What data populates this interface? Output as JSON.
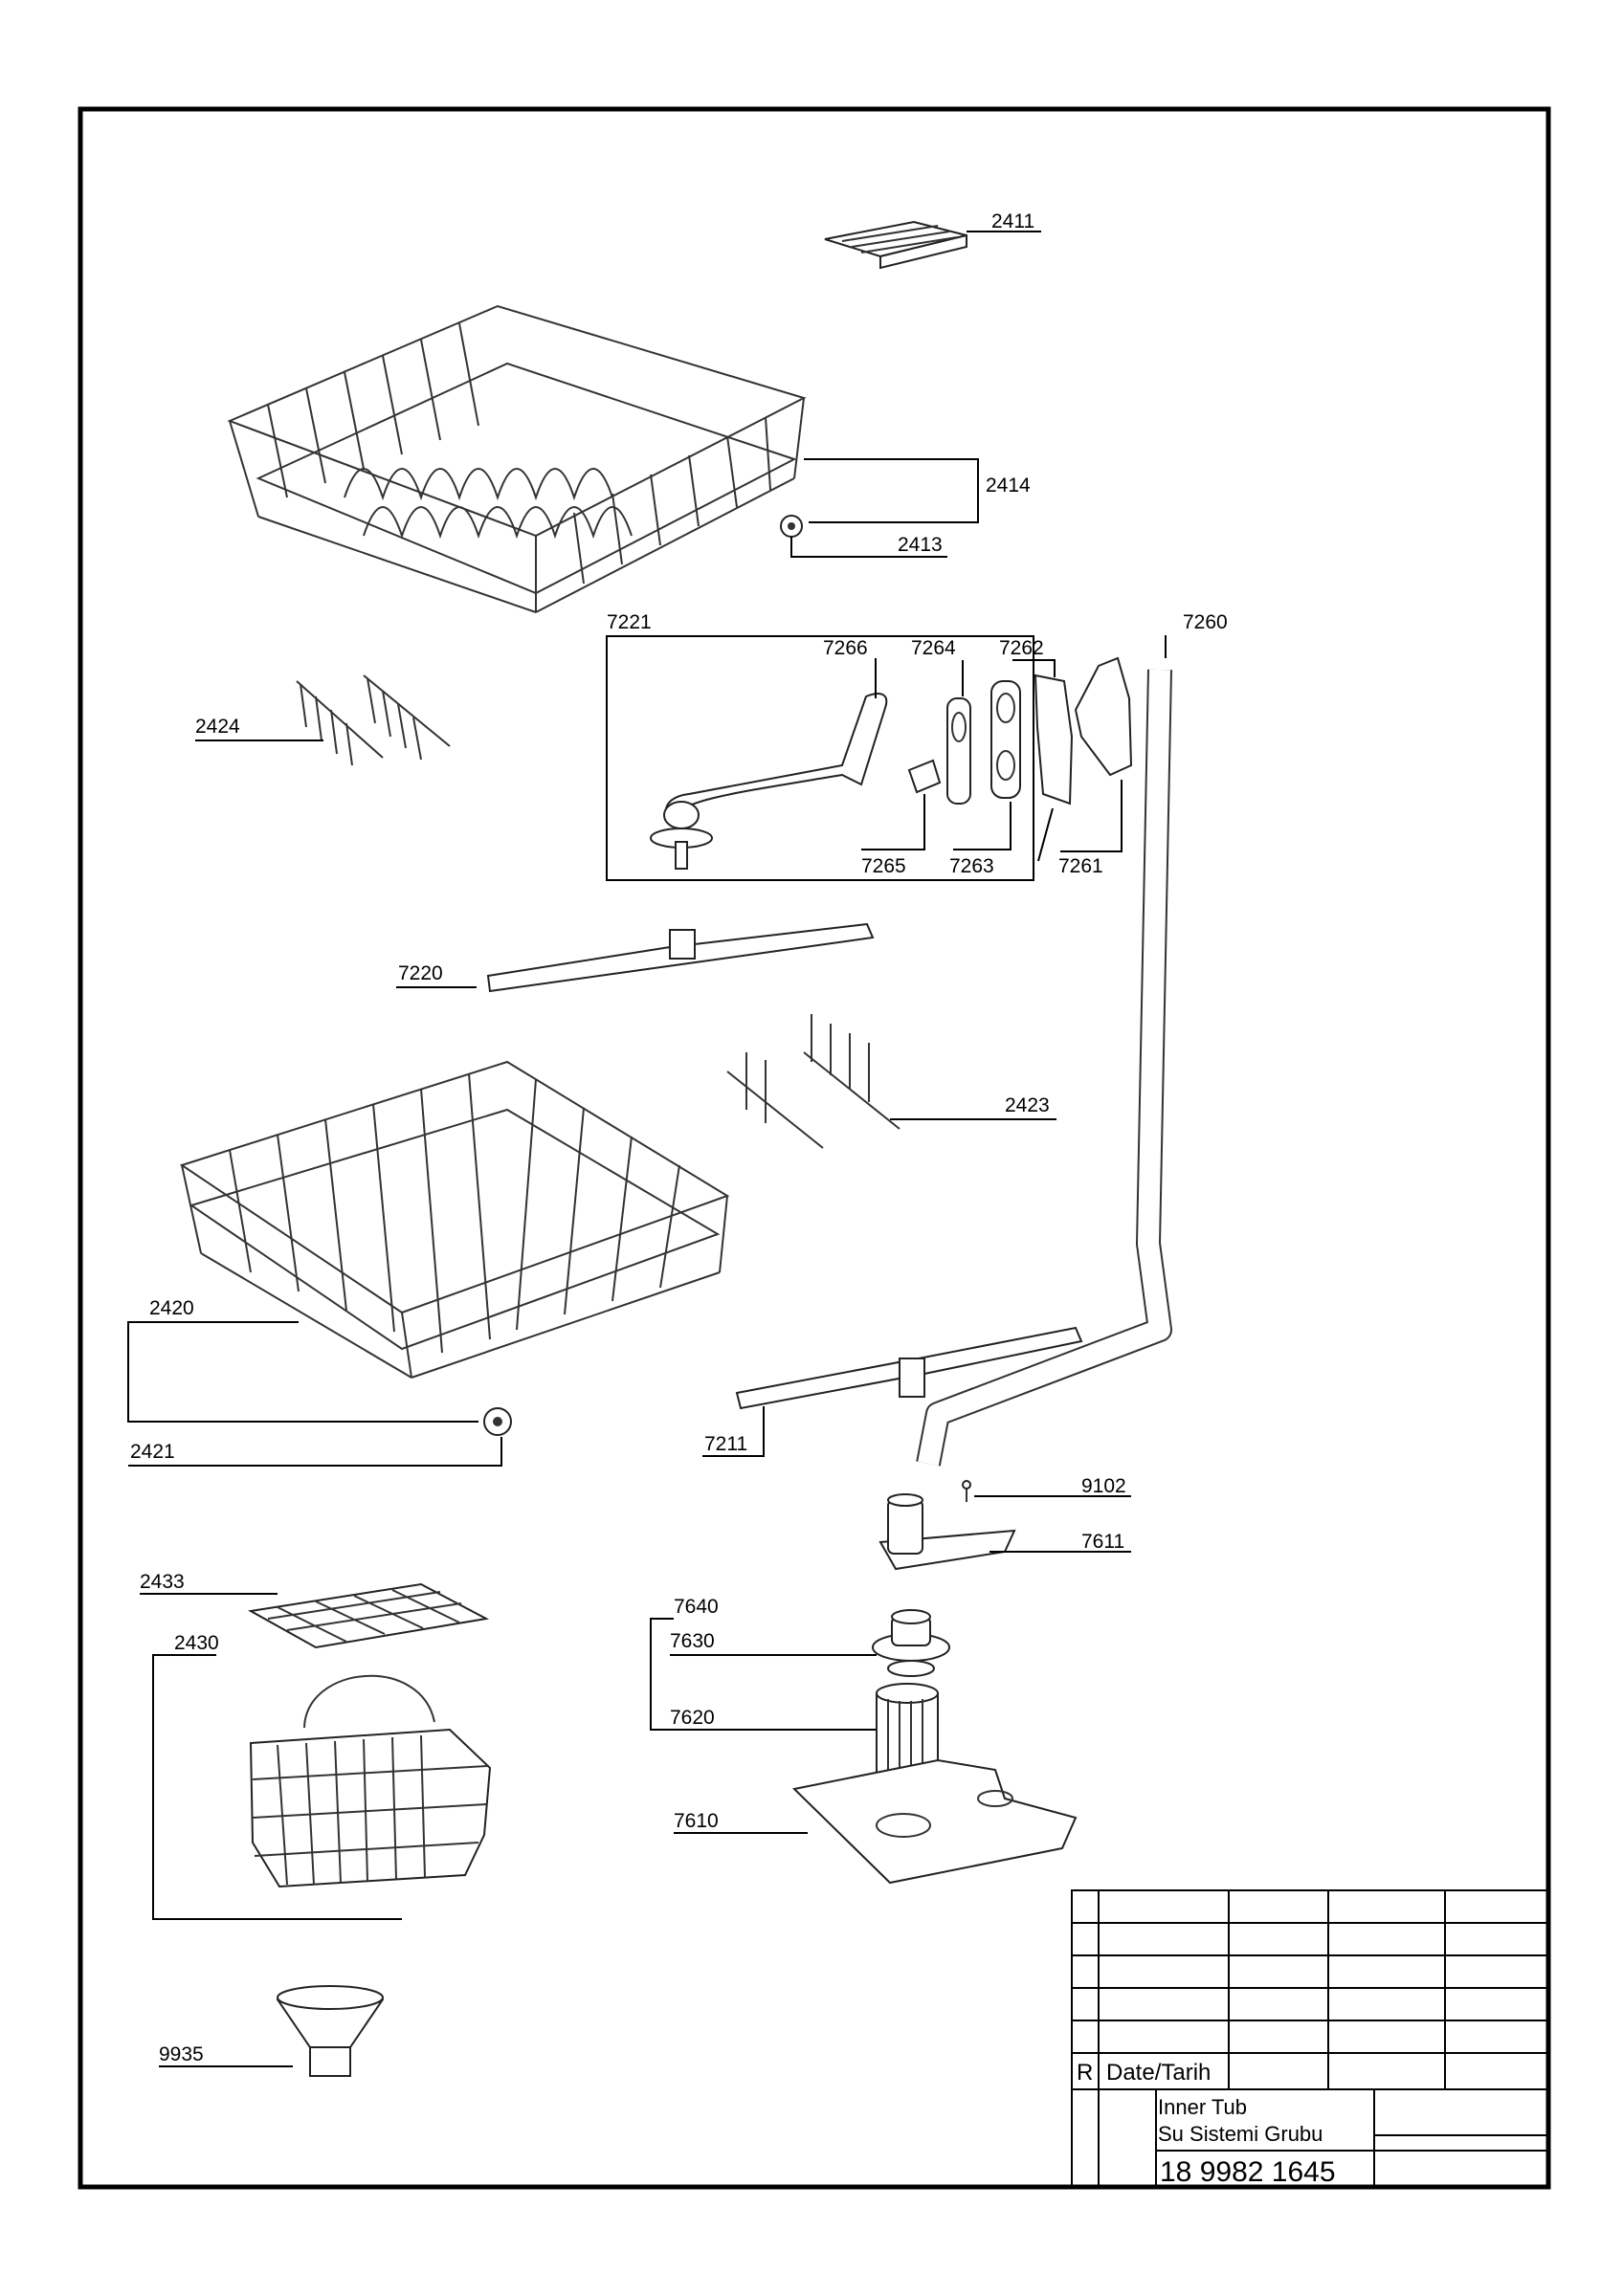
{
  "labels": {
    "p2411": "2411",
    "p2414": "2414",
    "p2413": "2413",
    "p7221": "7221",
    "p7260": "7260",
    "p7266": "7266",
    "p7264": "7264",
    "p7262": "7262",
    "p2424": "2424",
    "p7265": "7265",
    "p7263": "7263",
    "p7261": "7261",
    "p7220": "7220",
    "p2423": "2423",
    "p2420": "2420",
    "p2421": "2421",
    "p7211": "7211",
    "p9102": "9102",
    "p7611": "7611",
    "p2433": "2433",
    "p7640": "7640",
    "p2430": "2430",
    "p7630": "7630",
    "p7620": "7620",
    "p7610": "7610",
    "p9935": "9935"
  },
  "title_block": {
    "rev_letter": "R",
    "date_label": "Date/Tarih",
    "name_en": "Inner Tub",
    "name_tr": "Su Sistemi Grubu",
    "part_number": "18 9982 1645"
  }
}
